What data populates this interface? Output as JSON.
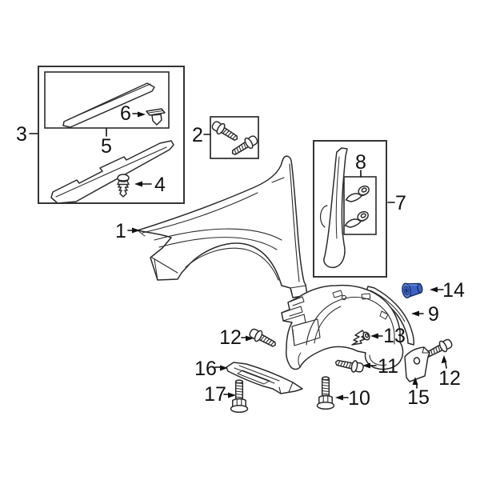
{
  "diagram": {
    "type": "exploded-parts-diagram",
    "subject": "fender-and-wheel-liner",
    "highlighted_callout": "14",
    "background": "#ffffff",
    "colors": {
      "line": "#2b2b2b",
      "label": "#111111",
      "highlight": "#3b62c3",
      "highlight_dark": "#16306e",
      "highlight_light": "#6e8fd8"
    },
    "callouts": {
      "c1": "1",
      "c2": "2",
      "c3": "3",
      "c4": "4",
      "c5": "5",
      "c6": "6",
      "c7": "7",
      "c8": "8",
      "c9": "9",
      "c10": "10",
      "c11": "11",
      "c12": "12",
      "c13": "13",
      "c14": "14",
      "c15": "15",
      "c16": "16",
      "c17": "17"
    }
  }
}
